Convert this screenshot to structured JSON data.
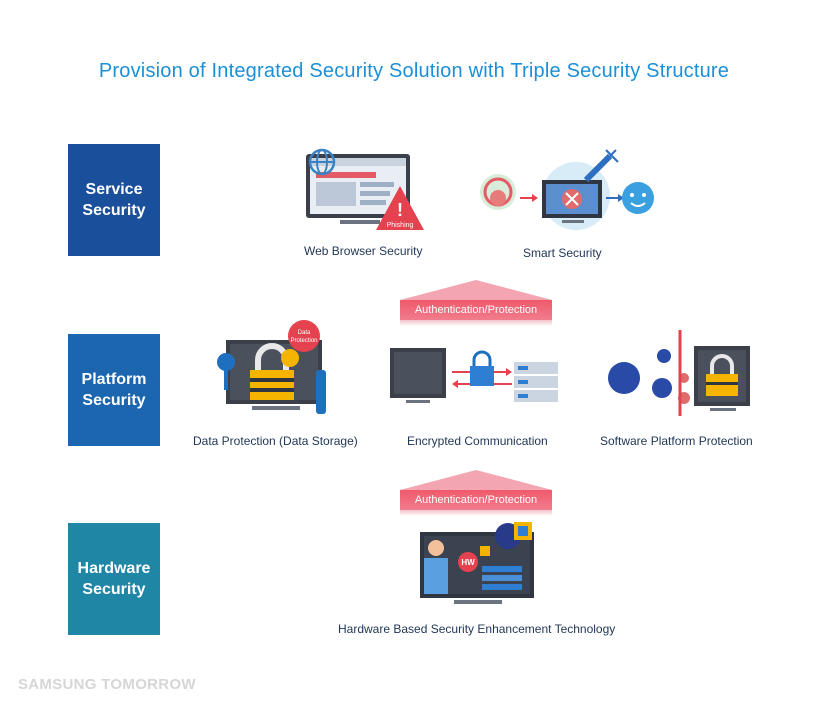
{
  "title": "Provision of Integrated Security Solution with Triple Security Structure",
  "tiers": {
    "service": {
      "line1": "Service",
      "line2": "Security"
    },
    "platform": {
      "line1": "Platform",
      "line2": "Security"
    },
    "hardware": {
      "line1": "Hardware",
      "line2": "Security"
    }
  },
  "service": {
    "web_browser": "Web Browser Security",
    "smart": "Smart Security",
    "phishing_label": "Phishing"
  },
  "auth_band_1": "Authentication/Protection",
  "platform": {
    "data_protection": "Data Protection (Data Storage)",
    "encrypted": "Encrypted Communication",
    "software": "Software Platform Protection",
    "data_badge_line1": "Data",
    "data_badge_line2": "Protection"
  },
  "auth_band_2": "Authentication/Protection",
  "hardware": {
    "caption": "Hardware Based Security Enhancement Technology",
    "hw_badge": "HW"
  },
  "watermark": "SAMSUNG TOMORROW",
  "colors": {
    "title": "#1c8fd6",
    "service_tier": "#1a4f9c",
    "platform_tier": "#1c66b0",
    "hardware_tier": "#1f86a6",
    "auth_band": "#ef5a6b"
  }
}
